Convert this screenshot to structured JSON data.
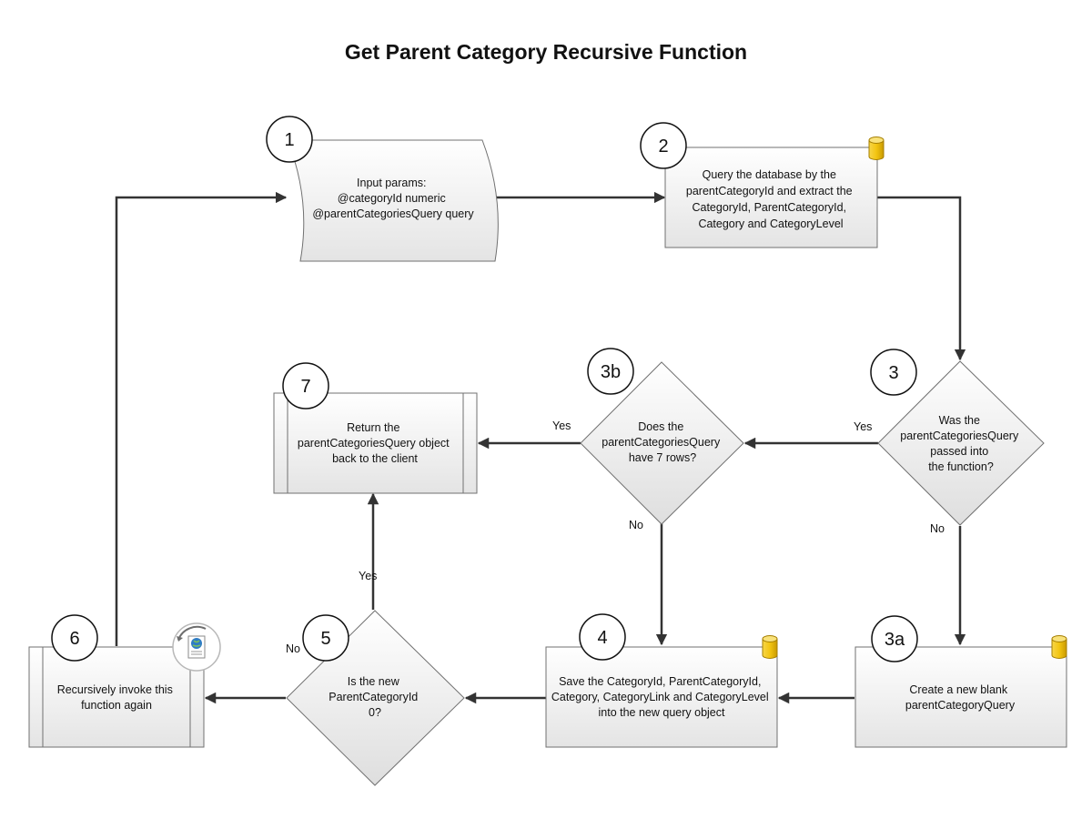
{
  "title": "Get Parent Category Recursive Function",
  "nodes": {
    "n1": {
      "number": "1",
      "lines": [
        "Input params:",
        "@categoryId numeric",
        "@parentCategoriesQuery query"
      ]
    },
    "n2": {
      "number": "2",
      "lines": [
        "Query the database by the",
        "parentCategoryId and extract the",
        "CategoryId, ParentCategoryId,",
        "Category and CategoryLevel"
      ]
    },
    "n3": {
      "number": "3",
      "lines": [
        "Was the",
        "parentCategoriesQuery",
        "passed into",
        "the function?"
      ]
    },
    "n3a": {
      "number": "3a",
      "lines": [
        "Create a new blank",
        "parentCategoryQuery"
      ]
    },
    "n3b": {
      "number": "3b",
      "lines": [
        "Does the",
        "parentCategoriesQuery",
        "have 7 rows?"
      ]
    },
    "n4": {
      "number": "4",
      "lines": [
        "Save the CategoryId, ParentCategoryId,",
        "Category, CategoryLink and CategoryLevel",
        "into the new query object"
      ]
    },
    "n5": {
      "number": "5",
      "lines": [
        "Is the new",
        "ParentCategoryId",
        "0?"
      ]
    },
    "n6": {
      "number": "6",
      "lines": [
        "Recursively invoke this",
        "function again"
      ]
    },
    "n7": {
      "number": "7",
      "lines": [
        "Return the",
        "parentCategoriesQuery object",
        "back to the client"
      ]
    }
  },
  "edge_labels": {
    "n3_yes": "Yes",
    "n3_no": "No",
    "n3b_yes": "Yes",
    "n3b_no": "No",
    "n5_yes": "Yes",
    "n5_no": "No"
  },
  "icons": {
    "database": "database-cylinder-icon",
    "web": "web-page-globe-icon"
  },
  "colors": {
    "box_fill_top": "#ffffff",
    "box_fill_bottom": "#e6e6e6",
    "box_stroke": "#707070",
    "arrow": "#333333",
    "db_fill": "#f3c511"
  }
}
